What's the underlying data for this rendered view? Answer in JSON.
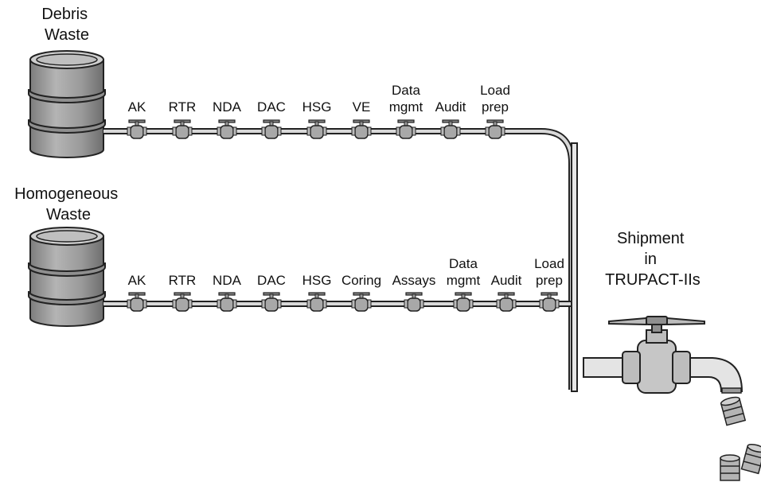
{
  "debris": {
    "title": [
      "Debris",
      "Waste"
    ],
    "steps": [
      [
        "AK"
      ],
      [
        "RTR"
      ],
      [
        "NDA"
      ],
      [
        "DAC"
      ],
      [
        "HSG"
      ],
      [
        "VE"
      ],
      [
        "Data",
        "mgmt"
      ],
      [
        "Audit"
      ],
      [
        "Load",
        "prep"
      ]
    ]
  },
  "homogeneous": {
    "title": [
      "Homogeneous",
      "Waste"
    ],
    "steps": [
      [
        "AK"
      ],
      [
        "RTR"
      ],
      [
        "NDA"
      ],
      [
        "DAC"
      ],
      [
        "HSG"
      ],
      [
        "Coring"
      ],
      [
        "Assays"
      ],
      [
        "Data",
        "mgmt"
      ],
      [
        "Audit"
      ],
      [
        "Load",
        "prep"
      ]
    ]
  },
  "shipment": {
    "title": [
      "Shipment",
      "in",
      "TRUPACT-IIs"
    ]
  }
}
